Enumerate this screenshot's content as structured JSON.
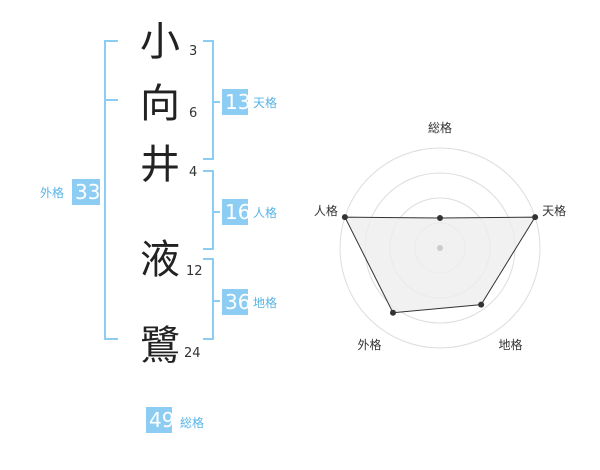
{
  "name": {
    "chars": [
      {
        "char": "小",
        "strokes": "3"
      },
      {
        "char": "向",
        "strokes": "6"
      },
      {
        "char": "井",
        "strokes": "4"
      },
      {
        "char": "液",
        "strokes": "12"
      },
      {
        "char": "鷺",
        "strokes": "24"
      }
    ]
  },
  "kakusu": {
    "tenkaku": {
      "value": "13",
      "label": "天格"
    },
    "jinkaku": {
      "value": "16",
      "label": "人格"
    },
    "chikaku": {
      "value": "36",
      "label": "地格"
    },
    "gaikaku": {
      "value": "33",
      "label": "外格"
    },
    "soukaku": {
      "value": "49",
      "label": "総格"
    }
  },
  "colors": {
    "accent": "#8ecdf3",
    "accent_text": "#56b4e9",
    "radar_fill": "#eeeeee",
    "radar_grid": "#dddddd",
    "radar_stroke": "#333333"
  },
  "chart_data": {
    "type": "radar",
    "axes": [
      "総格",
      "天格",
      "地格",
      "外格",
      "人格"
    ],
    "values": [
      0.3,
      1.0,
      0.7,
      0.8,
      1.0
    ],
    "rings": 4
  }
}
